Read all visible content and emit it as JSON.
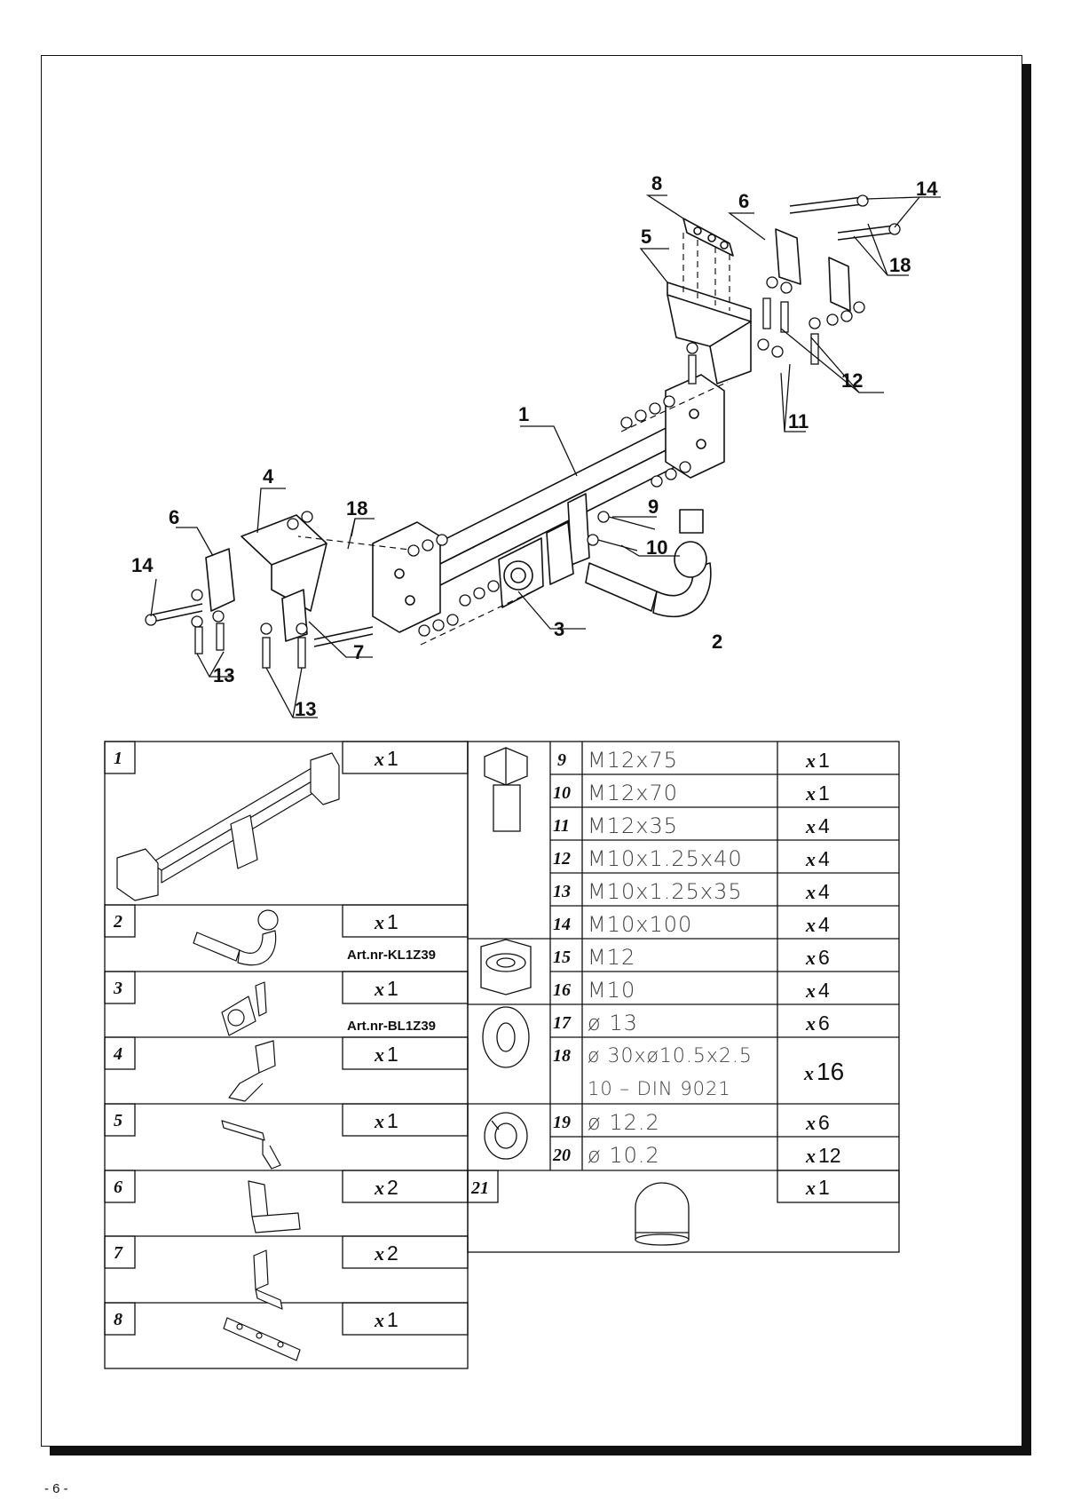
{
  "page_number": "- 6 -",
  "callouts": [
    "1",
    "2",
    "3",
    "4",
    "5",
    "6",
    "6",
    "7",
    "8",
    "9",
    "10",
    "11",
    "12",
    "13",
    "13",
    "14",
    "14",
    "18",
    "18"
  ],
  "left_table": [
    {
      "no": "1",
      "qty_x": "x",
      "qty": "1",
      "art": ""
    },
    {
      "no": "2",
      "qty_x": "x",
      "qty": "1",
      "art": "Art.nr-KL1Z39"
    },
    {
      "no": "3",
      "qty_x": "x",
      "qty": "1",
      "art": "Art.nr-BL1Z39"
    },
    {
      "no": "4",
      "qty_x": "x",
      "qty": "1",
      "art": ""
    },
    {
      "no": "5",
      "qty_x": "x",
      "qty": "1",
      "art": ""
    },
    {
      "no": "6",
      "qty_x": "x",
      "qty": "2",
      "art": ""
    },
    {
      "no": "7",
      "qty_x": "x",
      "qty": "2",
      "art": ""
    },
    {
      "no": "8",
      "qty_x": "x",
      "qty": "1",
      "art": ""
    }
  ],
  "right_table": [
    {
      "no": "9",
      "spec": "M12x75",
      "qty_x": "x",
      "qty": "1"
    },
    {
      "no": "10",
      "spec": "M12x70",
      "qty_x": "x",
      "qty": "1"
    },
    {
      "no": "11",
      "spec": "M12x35",
      "qty_x": "x",
      "qty": "4"
    },
    {
      "no": "12",
      "spec": "M10x1.25x40",
      "qty_x": "x",
      "qty": "4"
    },
    {
      "no": "13",
      "spec": "M10x1.25x35",
      "qty_x": "x",
      "qty": "4"
    },
    {
      "no": "14",
      "spec": "M10x100",
      "qty_x": "x",
      "qty": "4"
    },
    {
      "no": "15",
      "spec": "M12",
      "qty_x": "x",
      "qty": "6"
    },
    {
      "no": "16",
      "spec": "M10",
      "qty_x": "x",
      "qty": "4"
    },
    {
      "no": "17",
      "spec": "ø 13",
      "qty_x": "x",
      "qty": "6"
    },
    {
      "no": "18",
      "spec": "ø 30xø10.5x2.5",
      "spec2": "10 – DIN 9021",
      "qty_x": "x",
      "qty": "16"
    },
    {
      "no": "19",
      "spec": "ø 12.2",
      "qty_x": "x",
      "qty": "6"
    },
    {
      "no": "20",
      "spec": "ø 10.2",
      "qty_x": "x",
      "qty": "12"
    },
    {
      "no": "21",
      "spec": "",
      "qty_x": "x",
      "qty": "1"
    }
  ]
}
